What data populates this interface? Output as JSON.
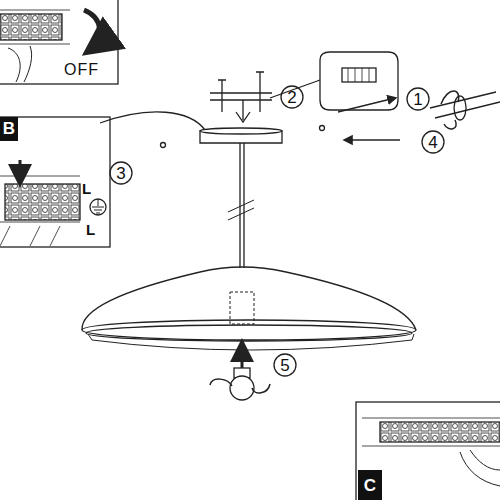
{
  "diagram": {
    "labels": [
      "OFF",
      "B",
      "3",
      "L",
      "L",
      "2",
      "1",
      "4",
      "5",
      "C"
    ]
  }
}
